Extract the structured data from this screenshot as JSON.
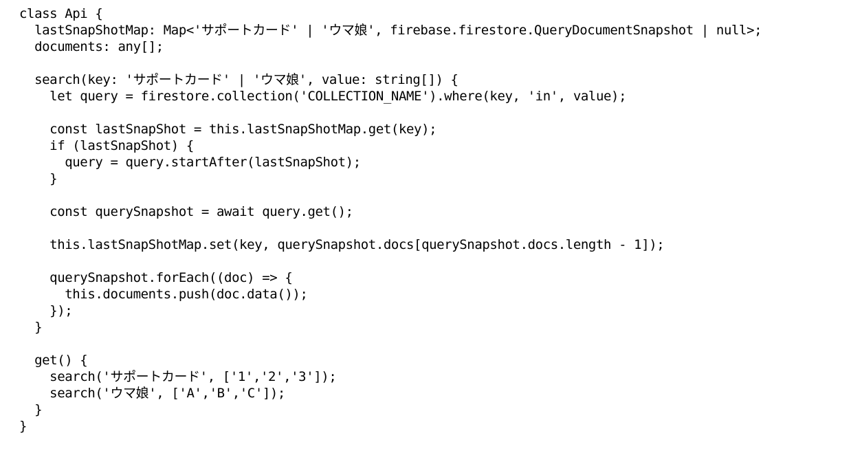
{
  "code": {
    "lines": [
      "class Api {",
      "  lastSnapShotMap: Map<'サポートカード' | 'ウマ娘', firebase.firestore.QueryDocumentSnapshot | null>;",
      "  documents: any[];",
      "",
      "  search(key: 'サポートカード' | 'ウマ娘', value: string[]) {",
      "    let query = firestore.collection('COLLECTION_NAME').where(key, 'in', value);",
      "",
      "    const lastSnapShot = this.lastSnapShotMap.get(key);",
      "    if (lastSnapShot) {",
      "      query = query.startAfter(lastSnapShot);",
      "    }",
      "",
      "    const querySnapshot = await query.get();",
      "",
      "    this.lastSnapShotMap.set(key, querySnapshot.docs[querySnapshot.docs.length - 1]);",
      "",
      "    querySnapshot.forEach((doc) => {",
      "      this.documents.push(doc.data());",
      "    });",
      "  }",
      "",
      "  get() {",
      "    search('サポートカード', ['1','2','3']);",
      "    search('ウマ娘', ['A','B','C']);",
      "  }",
      "}"
    ]
  }
}
